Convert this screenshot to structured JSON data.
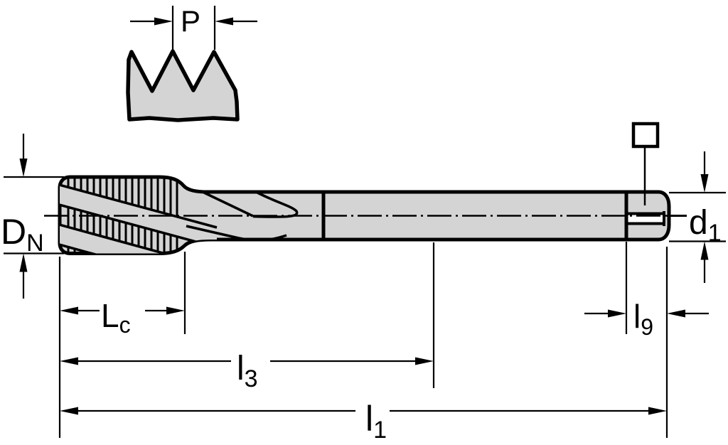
{
  "colors": {
    "body_fill": "#d4d4d4",
    "line": "#000000",
    "background": "#ffffff"
  },
  "labels": {
    "p": {
      "base": "P"
    },
    "dn": {
      "base": "D",
      "sub": "N"
    },
    "d1": {
      "base": "d",
      "sub": "1"
    },
    "lc": {
      "base": "L",
      "sub": "c"
    },
    "l3": {
      "base": "l",
      "sub": "3"
    },
    "l1": {
      "base": "l",
      "sub": "1"
    },
    "l9": {
      "base": "l",
      "sub": "9"
    }
  }
}
